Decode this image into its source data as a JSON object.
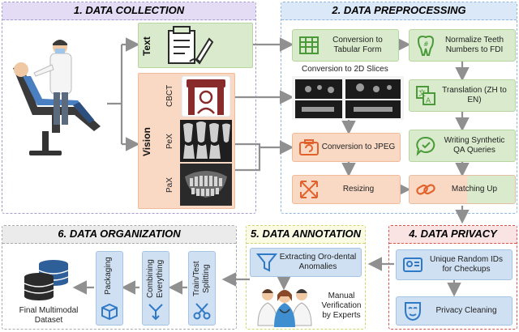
{
  "panels": {
    "collection": {
      "title": "1. DATA COLLECTION"
    },
    "preprocessing": {
      "title": "2. DATA PREPROCESSING"
    },
    "organization": {
      "title": "6. DATA ORGANIZATION"
    },
    "annotation": {
      "title": "5. DATA ANNOTATION"
    },
    "privacy": {
      "title": "4. DATA PRIVACY"
    }
  },
  "collection": {
    "text_label": "Text",
    "vision_label": "Vision",
    "modalities": [
      "CBCT",
      "PeX",
      "PaX"
    ]
  },
  "preprocessing": {
    "slices_label": "Conversion to 2D Slices",
    "tabular": "Conversion to Tabular Form",
    "normalize": "Normalize Teeth Numbers to FDI",
    "translation": "Translation (ZH to EN)",
    "synthetic": "Writing Synthetic QA Queries",
    "jpeg": "Conversion to JPEG",
    "resizing": "Resizing",
    "matching": "Matching Up"
  },
  "privacy": {
    "ids": "Unique Random IDs for Checkups",
    "cleaning": "Privacy Cleaning"
  },
  "annotation": {
    "extract": "Extracting Oro-dental Anomalies",
    "manual": "Manual Verification by Experts"
  },
  "organization": {
    "steps": [
      "Packaging",
      "Combining Everything",
      "Train/Test Splitting"
    ],
    "final": "Final Multimodal Dataset"
  },
  "colors": {
    "collection": "#e4dcf4",
    "preprocessing": "#dae8f7",
    "privacy": "#fae3e3",
    "annotation": "#fbfbe4",
    "organization": "#ebebeb",
    "arrow": "#909090",
    "icon_green": "#4a9a3a",
    "icon_orange": "#e2622c",
    "icon_blue": "#2f79c6",
    "icon_dark": "#2e5f99"
  }
}
